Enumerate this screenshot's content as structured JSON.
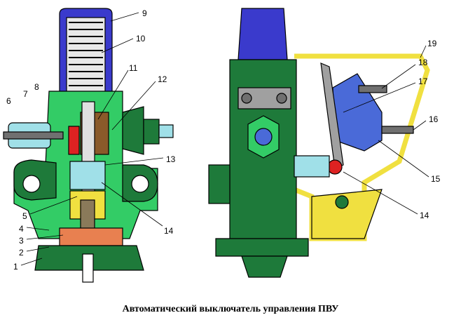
{
  "caption": "Автоматический выключатель  управления ПВУ",
  "labels": {
    "l1": "1",
    "l2": "2",
    "l3": "3",
    "l4": "4",
    "l5": "5",
    "l6": "6",
    "l7": "7",
    "l8": "8",
    "l9": "9",
    "l10": "10",
    "l11": "11",
    "l12": "12",
    "l13": "13",
    "l14a": "14",
    "l14b": "14",
    "l15": "15",
    "l16": "16",
    "l17": "17",
    "l18": "18",
    "l19": "19"
  },
  "colors": {
    "body": "#1e7a3a",
    "body_light": "#33cc66",
    "cap": "#3a3acc",
    "spring_bg": "#e8e8e8",
    "yellow": "#f0e040",
    "red": "#dd2222",
    "orange": "#e88050",
    "brown": "#8a5a2a",
    "cyan": "#a0e0e8",
    "blue_cam": "#4a6ad8",
    "gray": "#a0a0a0"
  }
}
